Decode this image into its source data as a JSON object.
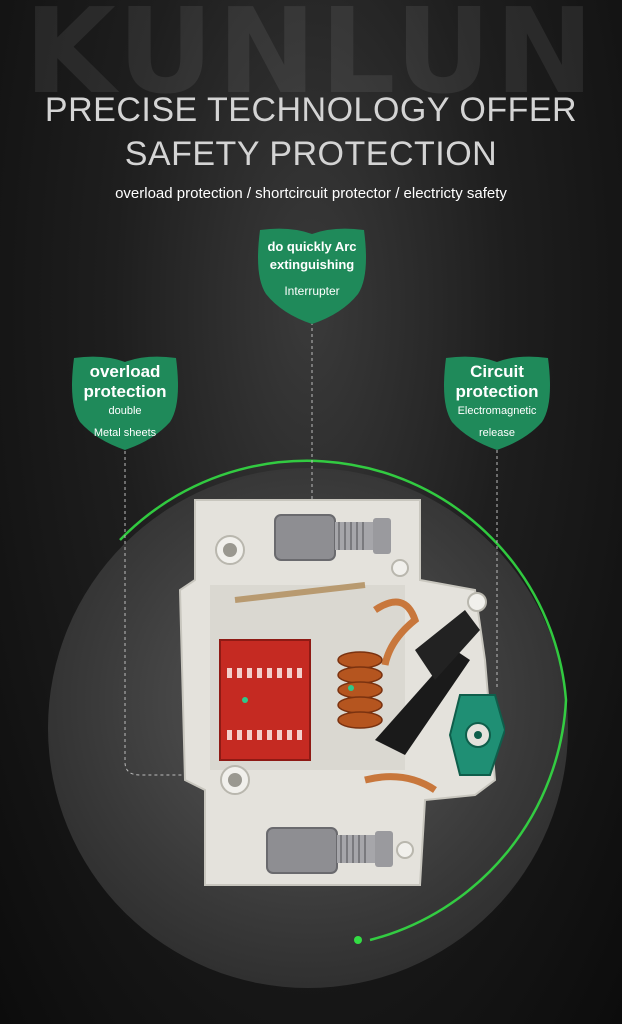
{
  "watermark": "KUNLUN",
  "headline": {
    "line1": "PRECISE TECHNOLOGY OFFER",
    "line2": "SAFETY PROTECTION"
  },
  "subline": "overload protection / shortcircuit protector / electricty safety",
  "badges": {
    "arc": {
      "title1": "do quickly Arc",
      "title2": "extinguishing",
      "sub1": "Interrupter"
    },
    "overload": {
      "title1": "overload",
      "title2": "protection",
      "sub1": "double",
      "sub2": "Metal sheets"
    },
    "circuit": {
      "title1": "Circuit",
      "title2": "protection",
      "sub1": "Electromagnetic",
      "sub2": "release"
    }
  },
  "colors": {
    "badge_green": "#1f8a5a",
    "accent_green": "#33dd44",
    "heading_grey": "#d4d4d4"
  }
}
